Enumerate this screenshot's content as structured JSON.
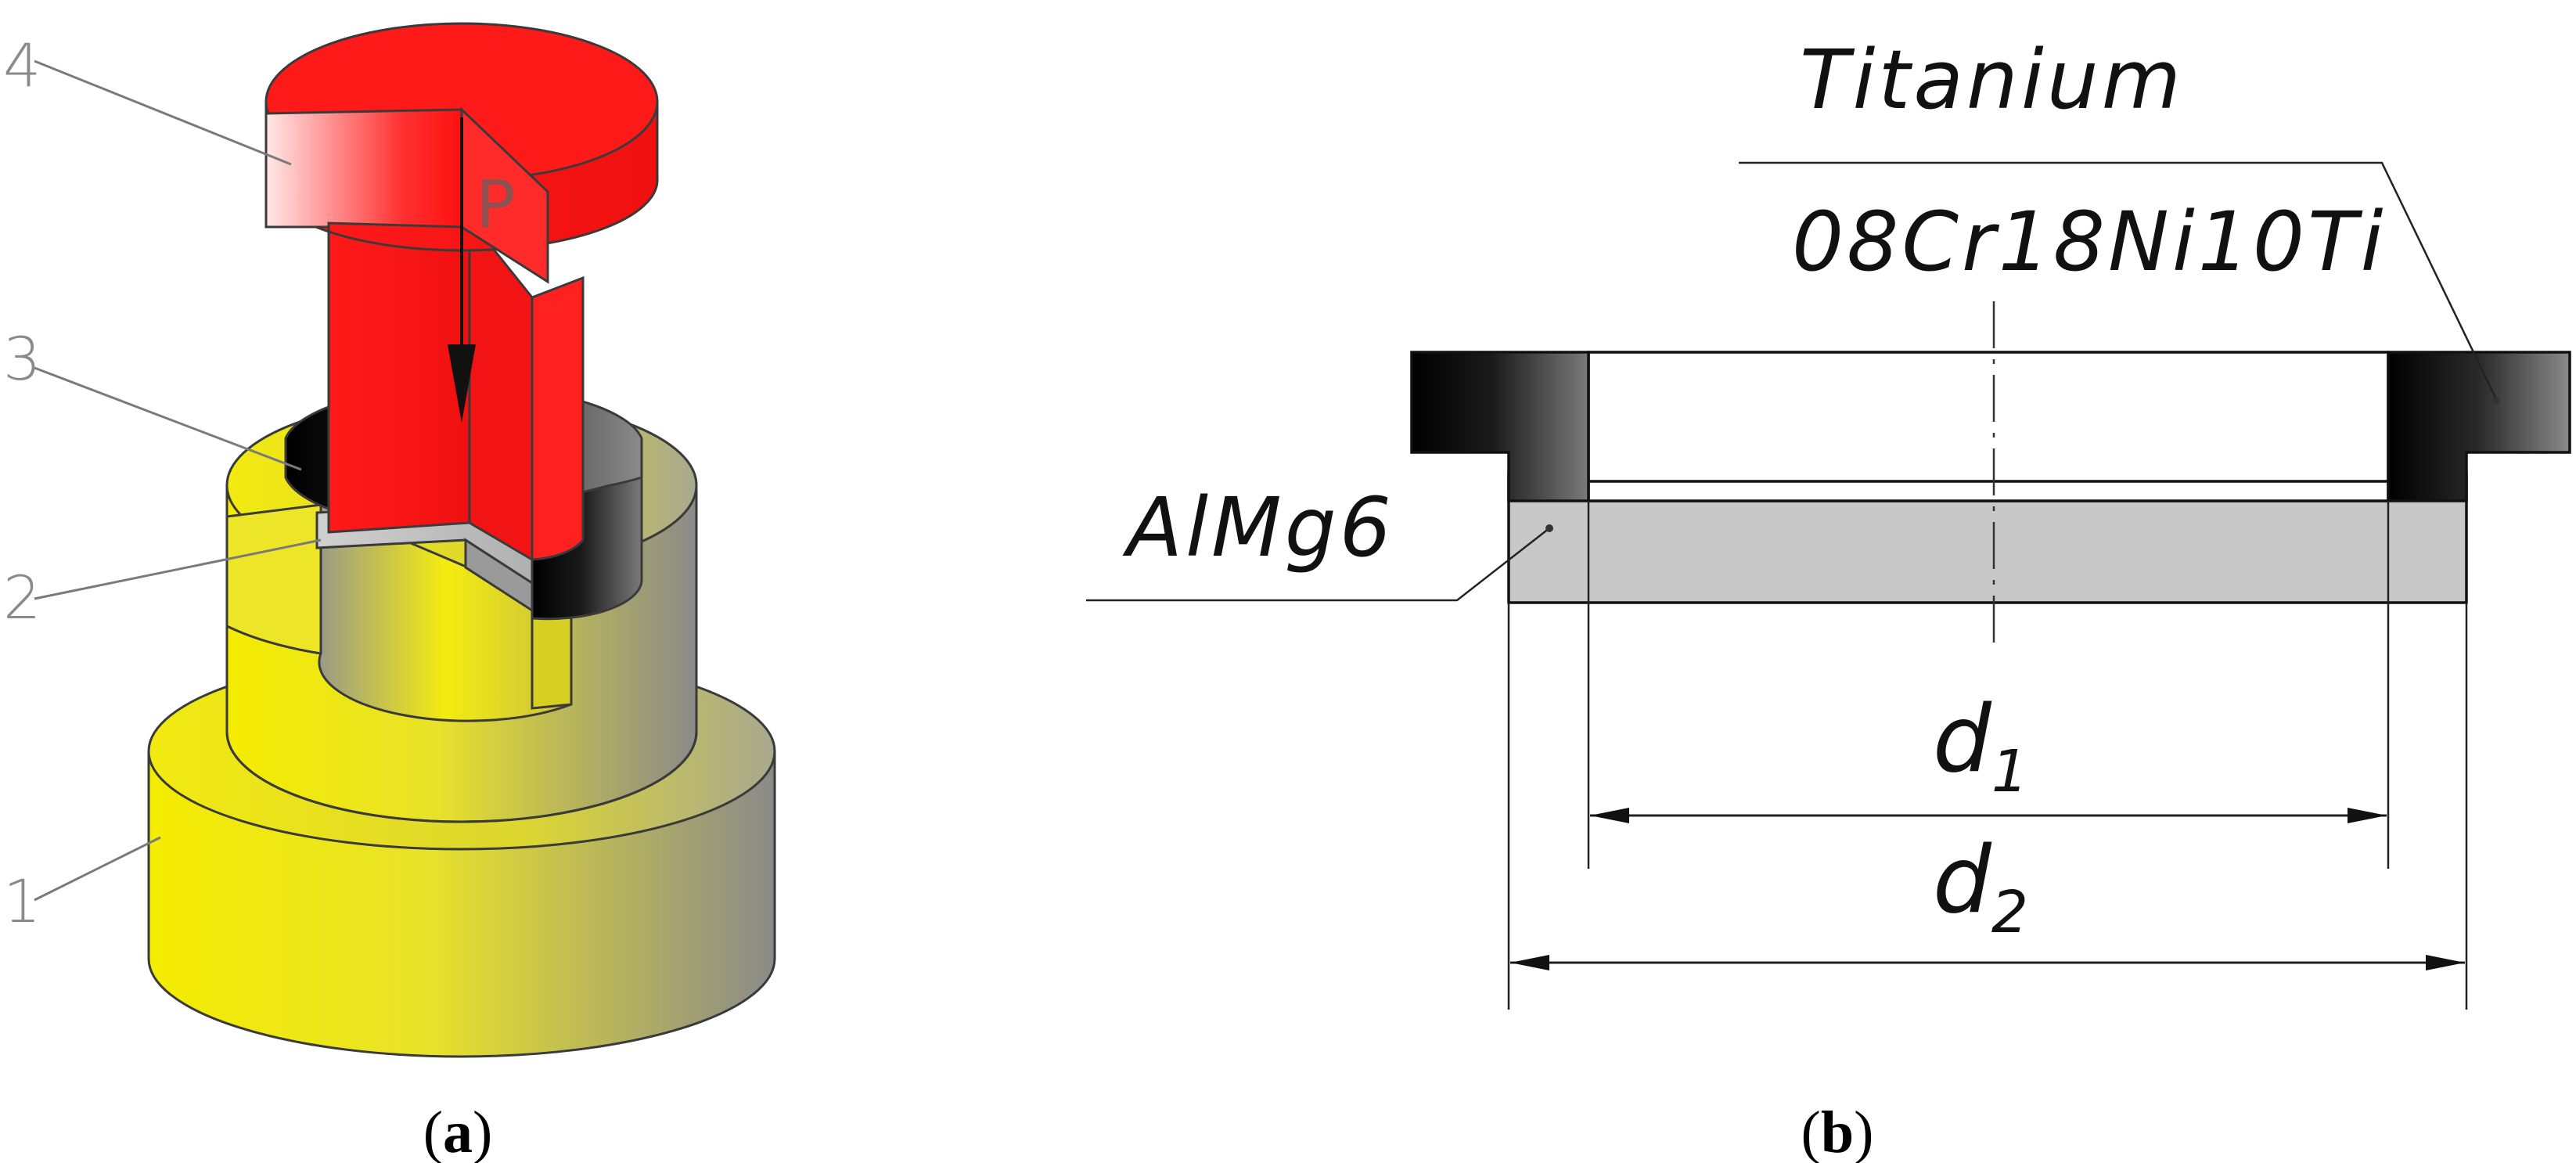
{
  "panel_a": {
    "callouts": [
      "1",
      "2",
      "3",
      "4"
    ],
    "force_label": "P",
    "caption": {
      "open": "(",
      "letter": "a",
      "close": ")"
    }
  },
  "panel_b": {
    "material_top": "Titanium",
    "material_mid": "08Cr18Ni10Ti",
    "material_base": "AlMg6",
    "dim1": {
      "base": "d",
      "sub": "1"
    },
    "dim2": {
      "base": "d",
      "sub": "2"
    },
    "caption": {
      "open": "(",
      "letter": "b",
      "close": ")"
    }
  },
  "colors": {
    "punch_red": "#ff1a1a",
    "die_yellow": "#f2ea00",
    "gasket_black": "#1a1a1a",
    "steel_gray": "#c0c0c0",
    "base_gray": "#c8c8c8"
  }
}
